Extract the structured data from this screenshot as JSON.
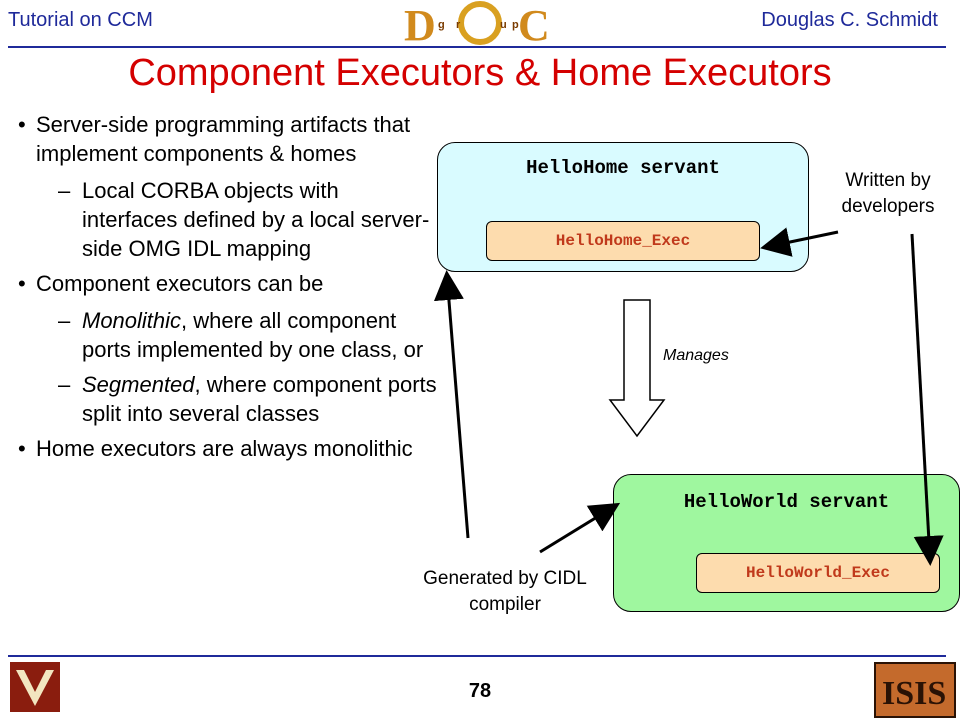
{
  "header": {
    "left": "Tutorial on CCM",
    "right": "Douglas C. Schmidt",
    "logo_letters": [
      "D",
      "O",
      "C"
    ],
    "logo_small": [
      "g",
      "r",
      "u",
      "p"
    ]
  },
  "slide": {
    "title": "Component Executors & Home Executors",
    "page_number": "78"
  },
  "bullets": {
    "b1": "Server-side programming artifacts that implement components & homes",
    "b1_sub": "Local CORBA objects with interfaces defined by a local server-side OMG IDL mapping",
    "b2": "Component executors can be",
    "b2_sub1_em": "Monolithic",
    "b2_sub1_rest": ", where all component ports implemented by one class, or",
    "b2_sub2_em": "Segmented",
    "b2_sub2_rest": ", where component ports split into several classes",
    "b3": "Home executors are always monolithic"
  },
  "diagram": {
    "home_servant": "HelloHome servant",
    "home_exec": "HelloHome_Exec",
    "world_servant": "HelloWorld servant",
    "world_exec": "HelloWorld_Exec",
    "manages": "Manages",
    "written_by": "Written by developers",
    "generated_by": "Generated by CIDL compiler"
  },
  "colors": {
    "title": "#d40000",
    "header_text": "#1f2a9a",
    "home_box": "#d9fbff",
    "world_box": "#9ff79f",
    "exec_box": "#fddcae",
    "exec_text": "#c0391b"
  }
}
